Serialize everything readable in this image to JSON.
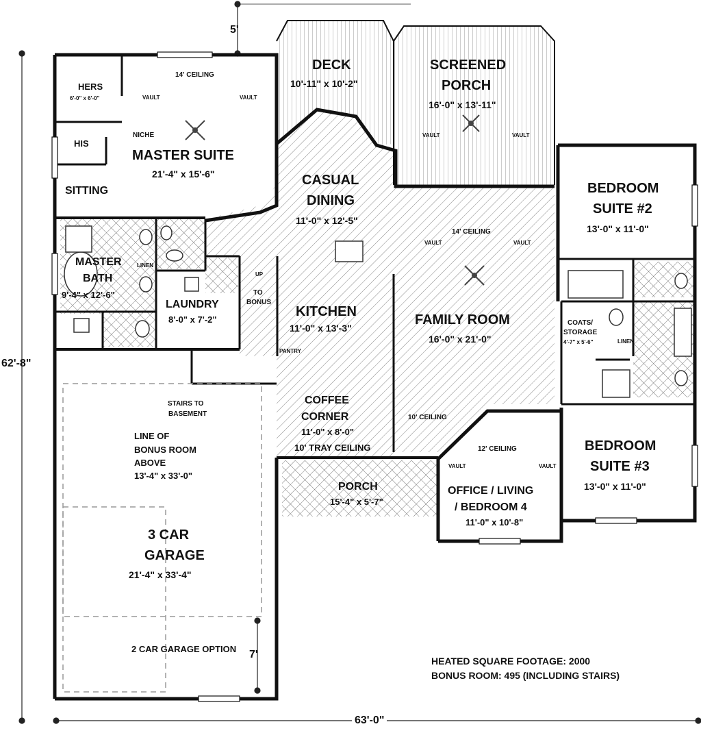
{
  "dimensions": {
    "top": "5'",
    "left": "62'-8\"",
    "bottom": "63'-0\"",
    "garage_offset": "7'"
  },
  "rooms": {
    "hers": {
      "name": "HERS",
      "size": "6'-0\" x 6'-0\""
    },
    "his": {
      "name": "HIS"
    },
    "niche": "NICHE",
    "sitting": "SITTING",
    "master_suite": {
      "name": "MASTER SUITE",
      "size": "21'-4\" x 15'-6\"",
      "ceiling": "14' CEILING"
    },
    "deck": {
      "name": "DECK",
      "size": "10'-11\" x 10'-2\""
    },
    "screened_porch": {
      "name1": "SCREENED",
      "name2": "PORCH",
      "size": "16'-0\" x 13'-11\""
    },
    "casual_dining": {
      "name1": "CASUAL",
      "name2": "DINING",
      "size": "11'-0\" x 12'-5\""
    },
    "bedroom2": {
      "name1": "BEDROOM",
      "name2": "SUITE #2",
      "size": "13'-0\" x 11'-0\""
    },
    "master_bath": {
      "name1": "MASTER",
      "name2": "BATH",
      "size": "9'-4\" x 12'-6\"",
      "linen": "LINEN"
    },
    "laundry": {
      "name": "LAUNDRY",
      "size": "8'-0\" x 7'-2\""
    },
    "stairs_up": {
      "up": "UP",
      "to": "TO",
      "bonus": "BONUS"
    },
    "kitchen": {
      "name": "KITCHEN",
      "size": "11'-0\" x 13'-3\""
    },
    "family_room": {
      "name": "FAMILY ROOM",
      "size": "16'-0\" x 21'-0\"",
      "ceiling": "14' CEILING"
    },
    "coats": {
      "name1": "COATS/",
      "name2": "STORAGE",
      "size": "4'-7\" x 5'-6\"",
      "linen": "LINEN"
    },
    "pantry": "PANTRY",
    "stairs_basement": {
      "line1": "STAIRS TO",
      "line2": "BASEMENT"
    },
    "coffee_corner": {
      "name1": "COFFEE",
      "name2": "CORNER",
      "size": "11'-0\" x 8'-0\"",
      "ceiling": "10' TRAY CEILING"
    },
    "ten_ceiling": "10' CEILING",
    "twelve_ceiling": "12' CEILING",
    "bonus_line": {
      "l1": "LINE OF",
      "l2": "BONUS ROOM",
      "l3": "ABOVE",
      "size": "13'-4\" x 33'-0\""
    },
    "porch": {
      "name": "PORCH",
      "size": "15'-4\" x 5'-7\""
    },
    "office": {
      "name1": "OFFICE / LIVING",
      "name2": "/ BEDROOM 4",
      "size": "11'-0\" x 10'-8\""
    },
    "bedroom3": {
      "name1": "BEDROOM",
      "name2": "SUITE #3",
      "size": "13'-0\" x 11'-0\""
    },
    "garage": {
      "name1": "3 CAR",
      "name2": "GARAGE",
      "size": "21'-4\" x 33'-4\"",
      "option": "2 CAR GARAGE OPTION"
    }
  },
  "vault_label": "VAULT",
  "footage": {
    "heated": "HEATED SQUARE FOOTAGE: 2000",
    "bonus": "BONUS ROOM: 495 (INCLUDING STAIRS)"
  }
}
